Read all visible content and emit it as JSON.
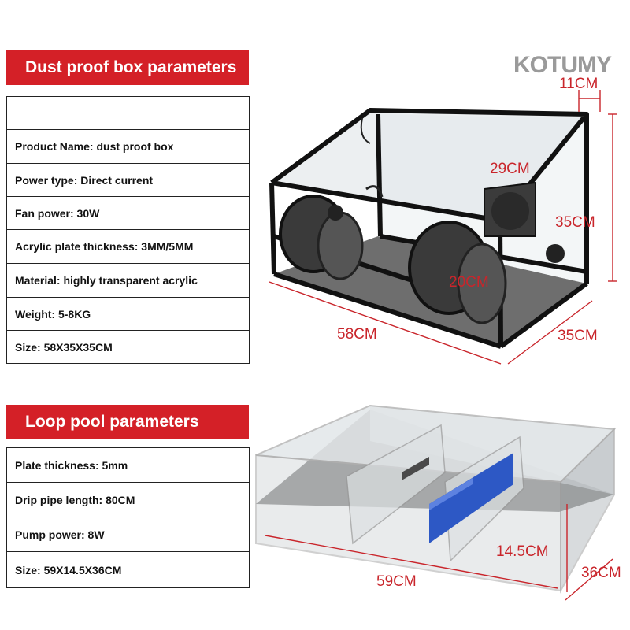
{
  "brand": "KOTUMY",
  "colors": {
    "banner_red": "#d42027",
    "dimension_red": "#c9252b"
  },
  "dust_box": {
    "title": "Dust proof box parameters",
    "rows": [
      "",
      "Product Name: dust proof box",
      "Power type: Direct current",
      "Fan power: 30W",
      "Acrylic plate thickness: 3MM/5MM",
      "Material: highly transparent acrylic",
      "Weight: 5-8KG",
      "Size: 58X35X35CM"
    ],
    "dimensions": {
      "fan_depth": "11CM",
      "slope": "29CM",
      "height": "35CM",
      "port": "20CM",
      "length": "58CM",
      "depth": "35CM"
    }
  },
  "loop_pool": {
    "title": "Loop pool parameters",
    "rows": [
      "Plate thickness: 5mm",
      "Drip pipe length: 80CM",
      "Pump power: 8W",
      "Size: 59X14.5X36CM"
    ],
    "dimensions": {
      "height": "14.5CM",
      "length": "59CM",
      "depth": "36CM"
    }
  }
}
